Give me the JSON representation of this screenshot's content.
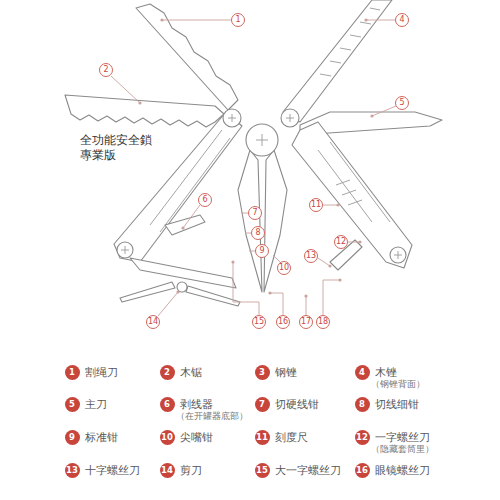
{
  "diagram": {
    "nodes": [
      {
        "text": [
          "1"
        ]
      },
      {
        "text": [
          "2"
        ]
      },
      {
        "text": [
          "4"
        ]
      },
      {
        "text": [
          "5"
        ]
      },
      {
        "text": [
          "6"
        ]
      },
      {
        "text": [
          "7"
        ]
      },
      {
        "text": [
          "8"
        ]
      },
      {
        "text": [
          "9"
        ]
      },
      {
        "text": [
          "10"
        ]
      },
      {
        "text": [
          "11"
        ]
      },
      {
        "text": [
          "12"
        ]
      },
      {
        "text": [
          "13"
        ]
      },
      {
        "text": [
          "14"
        ]
      },
      {
        "text": [
          "15"
        ]
      },
      {
        "text": [
          "16"
        ]
      },
      {
        "text": [
          "17"
        ]
      },
      {
        "text": [
          "18"
        ]
      },
      {
        "text": [
          "1",
          "割绳刀"
        ]
      },
      {
        "text": [
          "2",
          "木锯"
        ]
      },
      {
        "text": [
          "3",
          "钢锉"
        ]
      },
      {
        "text": [
          "4",
          "木锉",
          "（钢锉背面）"
        ]
      },
      {
        "text": [
          "5",
          "主刀"
        ]
      },
      {
        "text": [
          "6",
          "剥线器",
          "（在开罐器底部）"
        ]
      },
      {
        "text": [
          "7",
          "切硬线钳"
        ]
      },
      {
        "text": [
          "8",
          "切线细钳"
        ]
      },
      {
        "text": [
          "9",
          "标准钳"
        ]
      },
      {
        "text": [
          "10",
          "尖嘴钳"
        ]
      },
      {
        "text": [
          "11",
          "刻度尺"
        ]
      },
      {
        "text": [
          "12",
          "一字螺丝刀",
          "（隐藏套筒里）"
        ]
      },
      {
        "text": [
          "13",
          "十字螺丝刀"
        ]
      },
      {
        "text": [
          "14",
          "剪刀"
        ]
      },
      {
        "text": [
          "15",
          "大一字螺丝刀"
        ]
      },
      {
        "text": [
          "16",
          "眼镜螺丝刀"
        ]
      }
    ],
    "labels": [
      "全功能安全鎖 專業版"
    ]
  }
}
